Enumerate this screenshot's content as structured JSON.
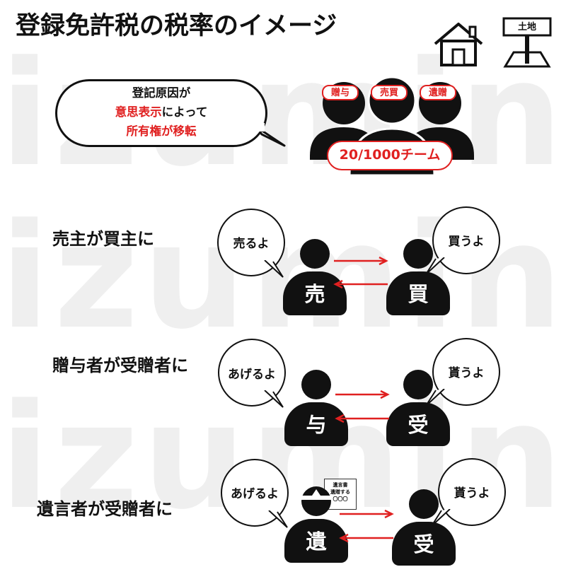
{
  "watermark": "izumin",
  "title": "登録免許税の税率のイメージ",
  "icons": {
    "house": "house-icon",
    "land_sign": "土地"
  },
  "cloud": {
    "line1": "登記原因が",
    "line2_red": "意思表示",
    "line2_rest": "によって",
    "line3_red": "所有権が移転"
  },
  "group": {
    "tags": [
      "贈与",
      "売買",
      "遺贈"
    ],
    "team": "20/1000チーム"
  },
  "rows": [
    {
      "label": "売主が買主に",
      "left_bubble": "売るよ",
      "right_bubble": "買うよ",
      "left_char": "売",
      "right_char": "買"
    },
    {
      "label": "贈与者が受贈者に",
      "left_bubble": "あげるよ",
      "right_bubble": "貰うよ",
      "left_char": "与",
      "right_char": "受"
    },
    {
      "label": "遺言者が受贈者に",
      "left_bubble": "あげるよ",
      "right_bubble": "貰うよ",
      "left_char": "遺",
      "right_char": "受",
      "document": {
        "line1": "遺言書",
        "line2": "遺贈する",
        "line3": "〇〇〇"
      }
    }
  ],
  "colors": {
    "accent_red": "#e02020",
    "black": "#111111",
    "watermark": "#efefef"
  }
}
